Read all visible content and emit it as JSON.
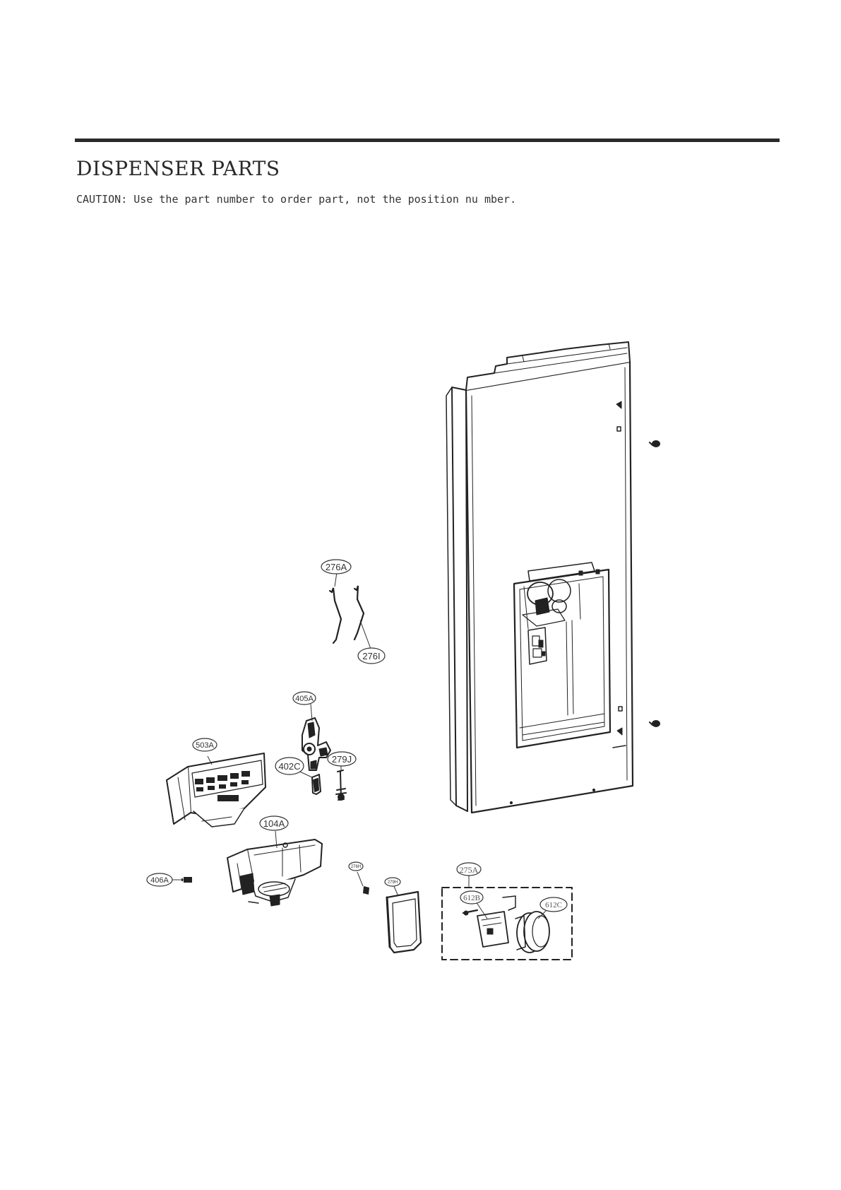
{
  "page": {
    "title": "DISPENSER PARTS",
    "caution": "CAUTION: Use the part number to order part, not the position nu mber."
  },
  "callouts": {
    "c276A": "276A",
    "c276I": "276I",
    "c405A": "405A",
    "c503A": "503A",
    "c402C": "402C",
    "c279J": "279J",
    "c104A": "104A",
    "c406A": "406A",
    "c276H": "276H",
    "c279H": "279H",
    "c275A": "275A",
    "c612B": "612B",
    "c612C": "612C"
  }
}
